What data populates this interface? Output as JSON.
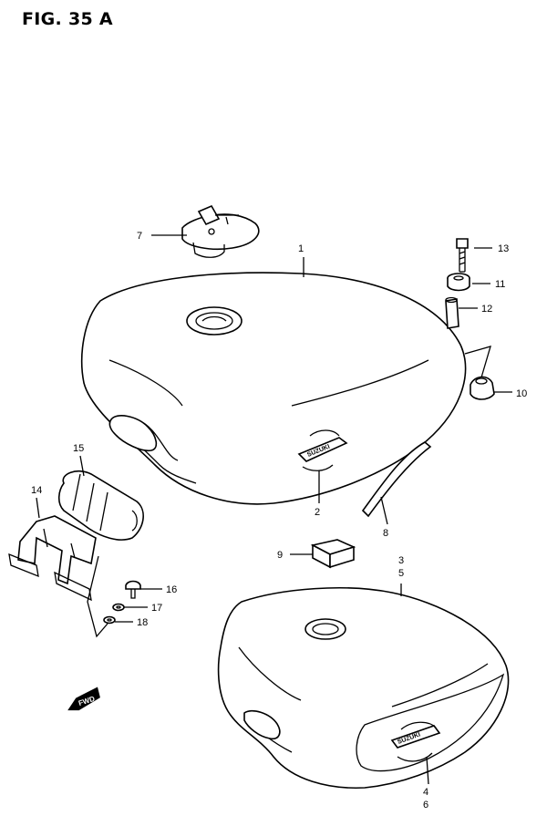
{
  "figure": {
    "title": "FIG. 35 A"
  },
  "callouts": {
    "c1": "1",
    "c2": "2",
    "c3": "3",
    "c5": "5",
    "c4": "4",
    "c6": "6",
    "c7": "7",
    "c8": "8",
    "c9": "9",
    "c10": "10",
    "c11": "11",
    "c12": "12",
    "c13": "13",
    "c14": "14",
    "c15": "15",
    "c16": "16",
    "c17": "17",
    "c18": "18"
  },
  "labels": {
    "emblem": "SUZUKI",
    "fwd": "FWD"
  }
}
